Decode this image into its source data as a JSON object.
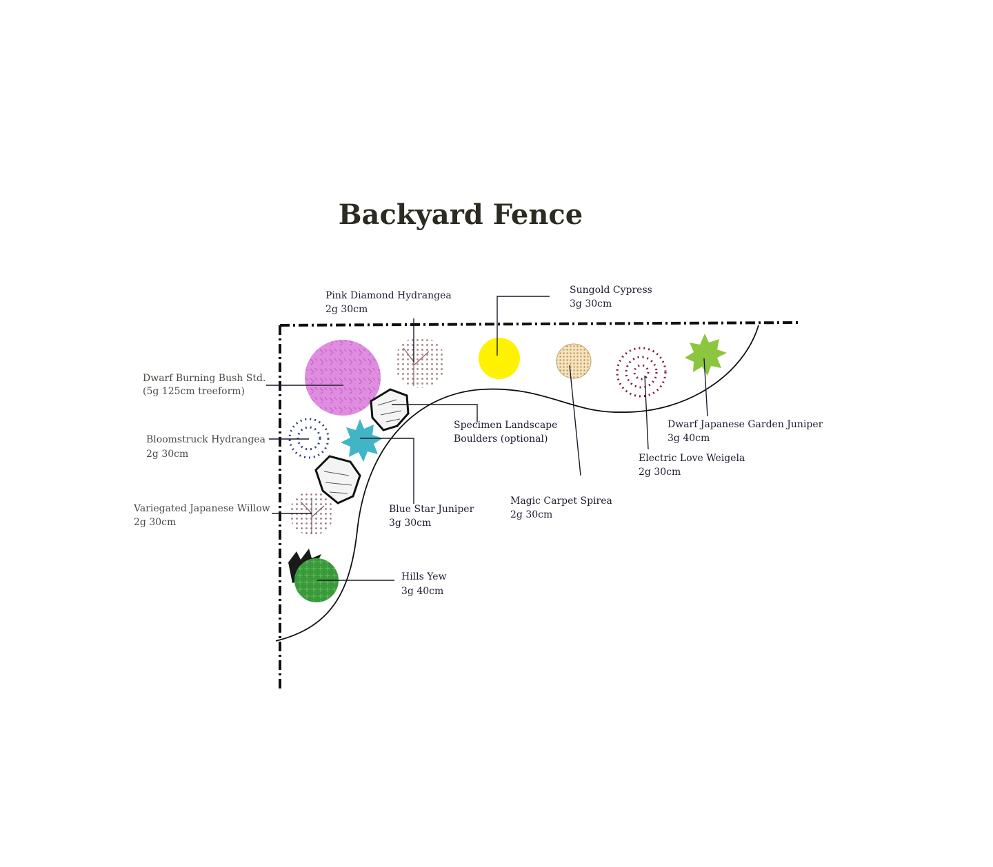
{
  "title": "Backyard Fence",
  "colors": {
    "burning_bush": "#e08ce0",
    "pink_hydrangea_dots": "#b08c8c",
    "sungold": "#fff200",
    "spirea": "#d8b070",
    "weigela": "#7a1640",
    "garden_juniper": "#8cc63f",
    "bloomstruck": "#2a3a8a",
    "blue_star": "#3fb5c6",
    "willow": "#a07880",
    "yew": "#3a9a3a",
    "yew_shadow": "#1a1a1a",
    "boulder": "#f4f4f4"
  },
  "labels": {
    "pink_diamond": {
      "name": "Pink Diamond Hydrangea",
      "size": "2g 30cm"
    },
    "sungold": {
      "name": "Sungold Cypress",
      "size": "3g 30cm"
    },
    "burning_bush": {
      "name": "Dwarf Burning Bush Std.",
      "size": "(5g 125cm treeform)"
    },
    "bloomstruck": {
      "name": "Bloomstruck Hydrangea",
      "size": "2g 30cm"
    },
    "willow": {
      "name": "Variegated Japanese Willow",
      "size": "2g 30cm"
    },
    "boulders": {
      "name": "Specimen Landscape",
      "size": "Boulders (optional)"
    },
    "blue_star": {
      "name": "Blue Star Juniper",
      "size": "3g 30cm"
    },
    "hills_yew": {
      "name": "Hills Yew",
      "size": "3g 40cm"
    },
    "spirea": {
      "name": "Magic Carpet Spirea",
      "size": "2g 30cm"
    },
    "weigela": {
      "name": "Electric Love Weigela",
      "size": "2g 30cm"
    },
    "garden_juniper": {
      "name": "Dwarf Japanese Garden Juniper",
      "size": "3g 40cm"
    }
  }
}
